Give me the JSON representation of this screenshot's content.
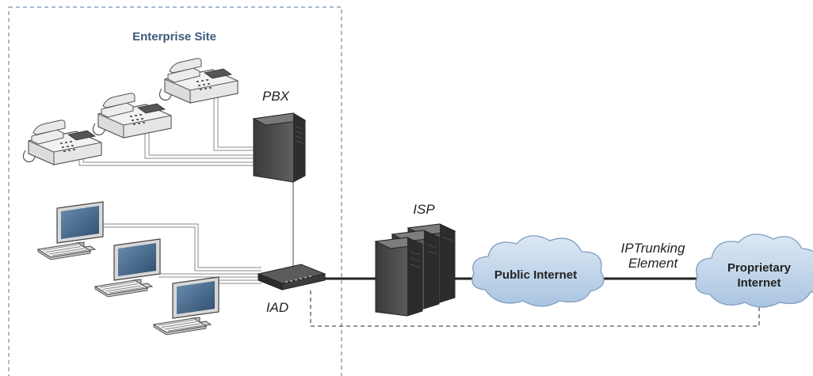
{
  "site": {
    "title": "Enterprise Site"
  },
  "devices": {
    "pbx": {
      "label": "PBX"
    },
    "iad": {
      "label": "IAD"
    },
    "isp": {
      "label": "ISP"
    }
  },
  "clouds": {
    "public": {
      "label": "Public Internet"
    },
    "proprietary": {
      "label_line1": "Proprietary",
      "label_line2": "Internet"
    }
  },
  "links": {
    "trunking": {
      "label_line1": "IPTrunking",
      "label_line2": "Element"
    }
  },
  "colors": {
    "site_border": "#8ea3bd",
    "cloud_fill": "#c9dcef",
    "cloud_stroke": "#7f9cc0",
    "device_dark": "#4a4a4a",
    "screen": "#4f7396"
  }
}
